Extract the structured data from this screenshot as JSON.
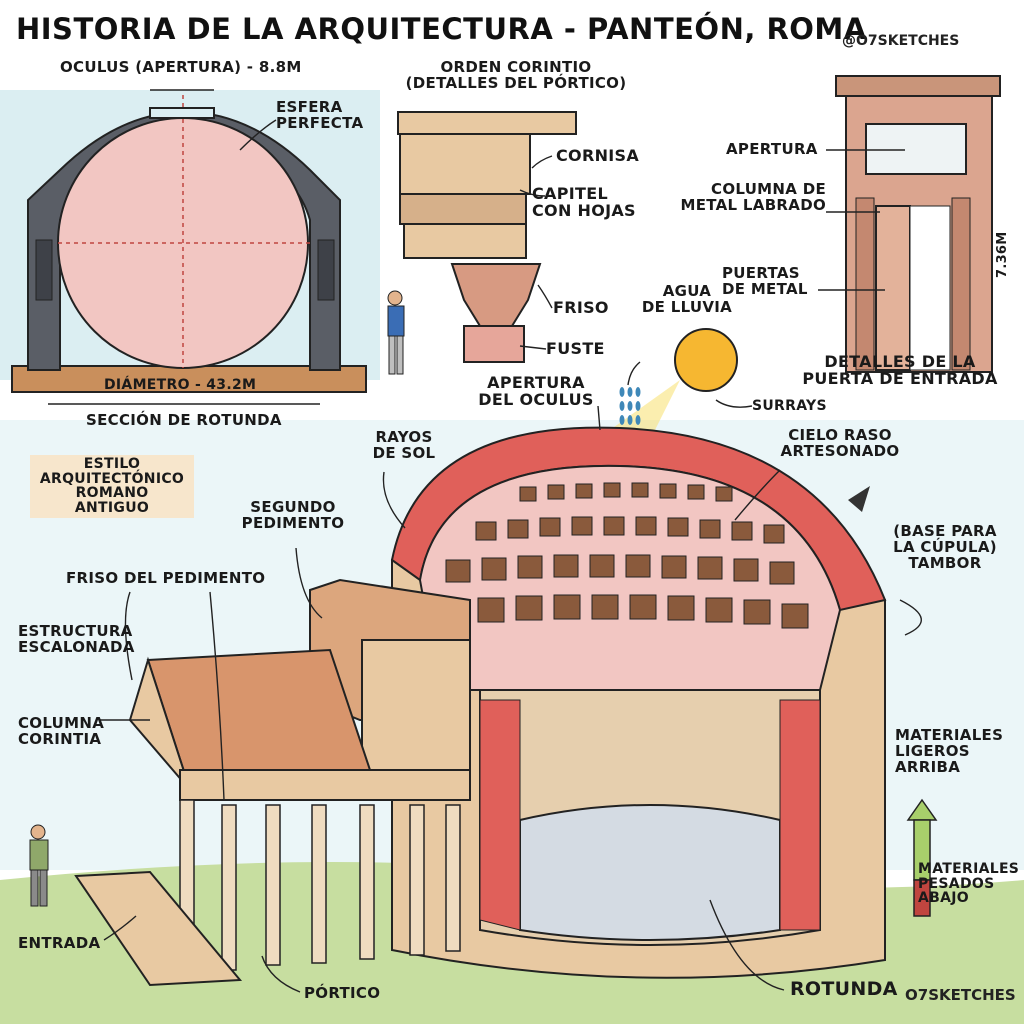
{
  "title": "HISTORIA DE LA ARQUITECTURA - PANTEÓN, ROMA",
  "handle": "@O7SKETCHES",
  "signature": "O7SKETCHES",
  "colors": {
    "dome_pink": "#f2c6c2",
    "wall_red": "#e0605a",
    "stone_tan": "#e8c9a2",
    "roof_orange": "#d8956c",
    "grass": "#c7dea0",
    "sky": "#dbeef2",
    "floor": "#d4dbe3",
    "coffer": "#8a5a3c",
    "arrow_green": "#a8cf6b",
    "arrow_red": "#c0453f",
    "sun": "#f6b731",
    "rain": "#3f88b8"
  },
  "rotunda_section": {
    "oculus_label": "OCULUS (APERTURA) - 8.8m",
    "sphere_label": "ESFERA\nPERFECTA",
    "diameter_label": "DIÁMETRO - 43.2m",
    "section_label": "SECCIÓN DE ROTUNDA"
  },
  "corinthian_order": {
    "title": "ORDEN CORINTIO\n(DETALLES DEL PÓRTICO)",
    "parts": [
      "CORNISA",
      "CAPITEL\nCON HOJAS",
      "FRISO",
      "FUSTE"
    ]
  },
  "door_details": {
    "labels": [
      "APERTURA",
      "COLUMNA DE\nMETAL LABRADO",
      "PUERTAS\nDE METAL"
    ],
    "height": "7.36m",
    "caption": "DETALLES DE LA\nPUERTA DE ENTRADA"
  },
  "main_labels": {
    "rain": "AGUA\nDE LLUVIA",
    "oculus_opening": "APERTURA\nDEL OCULUS",
    "sunrays_short": "SURRAYS",
    "sunrays": "RAYOS\nDE SOL",
    "coffered": "CIELO RASO\nARTESONADO",
    "style": "ESTILO\nARQUITECTÓNICO\nROMANO\nANTIGUO",
    "second_pediment": "SEGUNDO\nPEDIMENTO",
    "drum": "(BASE PARA\nLA CÚPULA)\nTAMBOR",
    "pediment_frieze": "FRISO DEL PEDIMENTO",
    "stepped": "ESTRUCTURA\nESCALONADA",
    "column": "COLUMNA\nCORINTIA",
    "light_materials": "MATERIALES\nLIGEROS\nARRIBA",
    "heavy_materials": "MATERIALES\nPESADOS\nABAJO",
    "entrance": "ENTRADA",
    "portico": "PÓRTICO",
    "rotunda": "ROTUNDA"
  }
}
